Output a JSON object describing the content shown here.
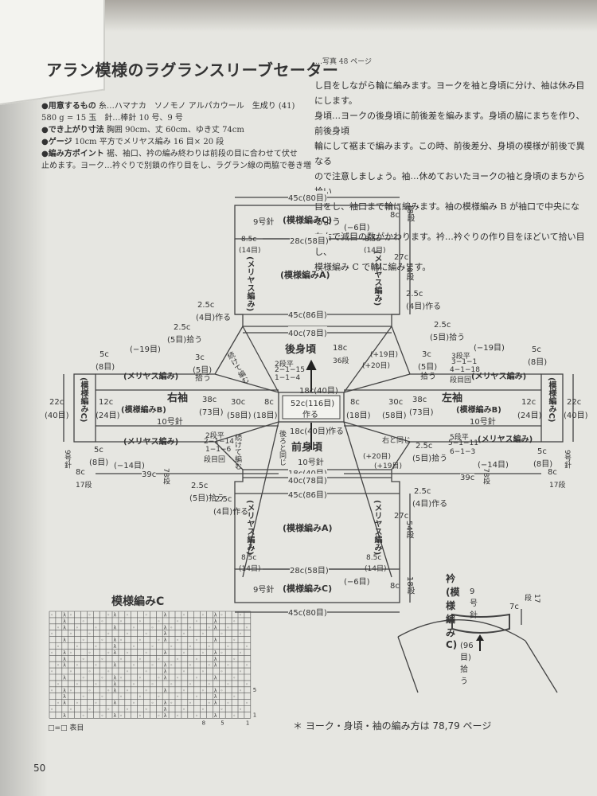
{
  "header": {
    "title": "アラン模様のラグランスリーブセーター",
    "photo_ref": "…写真 48 ページ"
  },
  "materials": {
    "lines": [
      {
        "label": "●用意するもの",
        "text": "糸…ハマナカ　ソノモノ アルパカウール　生成り (41)"
      },
      {
        "label": "",
        "text": "580 g = 15 玉　針…棒針 10 号、9 号"
      },
      {
        "label": "●でき上がり寸法",
        "text": "胸囲 90cm、丈 60cm、ゆき丈 74cm"
      },
      {
        "label": "●ゲージ",
        "text": "10cm 平方でメリヤス編み 16 目× 20 段"
      },
      {
        "label": "●編み方ポイント",
        "text": "裾、袖口、衿の編み終わりは前段の目に合わせて伏せ"
      },
      {
        "label": "",
        "text": "止めます。ヨーク…衿ぐりで別鎖の作り目をし、ラグラン線の両脇で巻き増"
      }
    ]
  },
  "prose_right": [
    "し目をしながら輪に編みます。ヨークを袖と身頃に分け、袖は休み目にします。",
    "身頃…ヨークの後身頃に前後差を編みます。身頃の脇にまちを作り、前後身頃",
    "輪にして裾まで編みます。この時、前後差分、身頃の模様が前後で異なる",
    "ので注意しましょう。袖…休めておいたヨークの袖と身頃のまちから拾い",
    "目をし、袖口まで輪に編みます。袖の模様編み B が袖口で中央になるよう",
    "左右で減目の数がかわります。衿…衿ぐりの作り目をほどいて拾い目し、",
    "模様編み C で輪に編みます。"
  ],
  "diagram": {
    "labels": {
      "back": "後身頃",
      "front": "前身頃",
      "right_sleeve": "右袖",
      "left_sleeve": "左袖",
      "pattern_a": "(模様編みA)",
      "pattern_b": "(模様編みB)",
      "pattern_c": "(模様編みC)",
      "stockinette": "(メリヤス編み)",
      "needle9": "9号針",
      "needle10": "10号針",
      "width45_80": "45c(80目)",
      "width45_86": "45c(86目)",
      "width40_78": "40c(78目)",
      "width28_58": "28c(58目)",
      "width18_40": "18c(40目)",
      "width52_116": "52c(116目)",
      "make": "作る",
      "dec6": "(−6目)",
      "h8": "8c",
      "r18": "18段",
      "h27": "27c",
      "r54": "54段",
      "h18": "18c",
      "r36": "36段",
      "h85": "8.5c",
      "s14": "(14目)",
      "pick25": "2.5c",
      "pick5": "(5目)拾う",
      "make4": "(4目)作る",
      "sleeve38": "38c",
      "sleeve73": "(73目)",
      "sleeve30": "30c",
      "sleeve58": "(58目)",
      "sleeve8": "8c",
      "sleeve18": "(18目)",
      "cuff22": "22c",
      "cuff40": "(40目)",
      "cuff12": "12c",
      "cuff24": "(24目)",
      "cuff5": "5c",
      "cuff8": "(8目)",
      "dec19": "(−19目)",
      "dec14": "(−14目)",
      "len39": "39c",
      "r78": "78段",
      "cuff17": "17段",
      "inc19": "(+19目)",
      "inc20": "(+20目)",
      "r3c": "3c",
      "r5": "(5目)",
      "pick": "拾う",
      "right_same": "右と同じ",
      "cont_knit": "続けて編む",
      "back_same": "後ろと同じ",
      "flat2": "2段平",
      "seq_back": "2−1−15",
      "seq_back2": "1−1−4",
      "flat3": "3段平",
      "seq_l1": "3−1−1",
      "seq_l2": "4−1−18",
      "seq_l3": "段目回",
      "flat2b": "2段平",
      "seq_r1": "2−1−14",
      "seq_r2": "1−1−6",
      "seq_r3": "段目回",
      "flat5": "5段平",
      "seq_f1": "5−1−11",
      "seq_f2": "6−1−3"
    },
    "collar": {
      "title": "衿 (模様編みC)",
      "needle": "9号針",
      "h": "7c",
      "r": "17段",
      "pick": "(96目)拾う"
    }
  },
  "chart": {
    "title": "模様編みC",
    "legend": "□=□ 表目",
    "row_numbers": [
      "5",
      "1"
    ],
    "col_numbers": [
      "8",
      "5",
      "1"
    ]
  },
  "footnote": "＊ ヨーク・身頃・袖の編み方は 78,79 ページ",
  "page_number": "50"
}
